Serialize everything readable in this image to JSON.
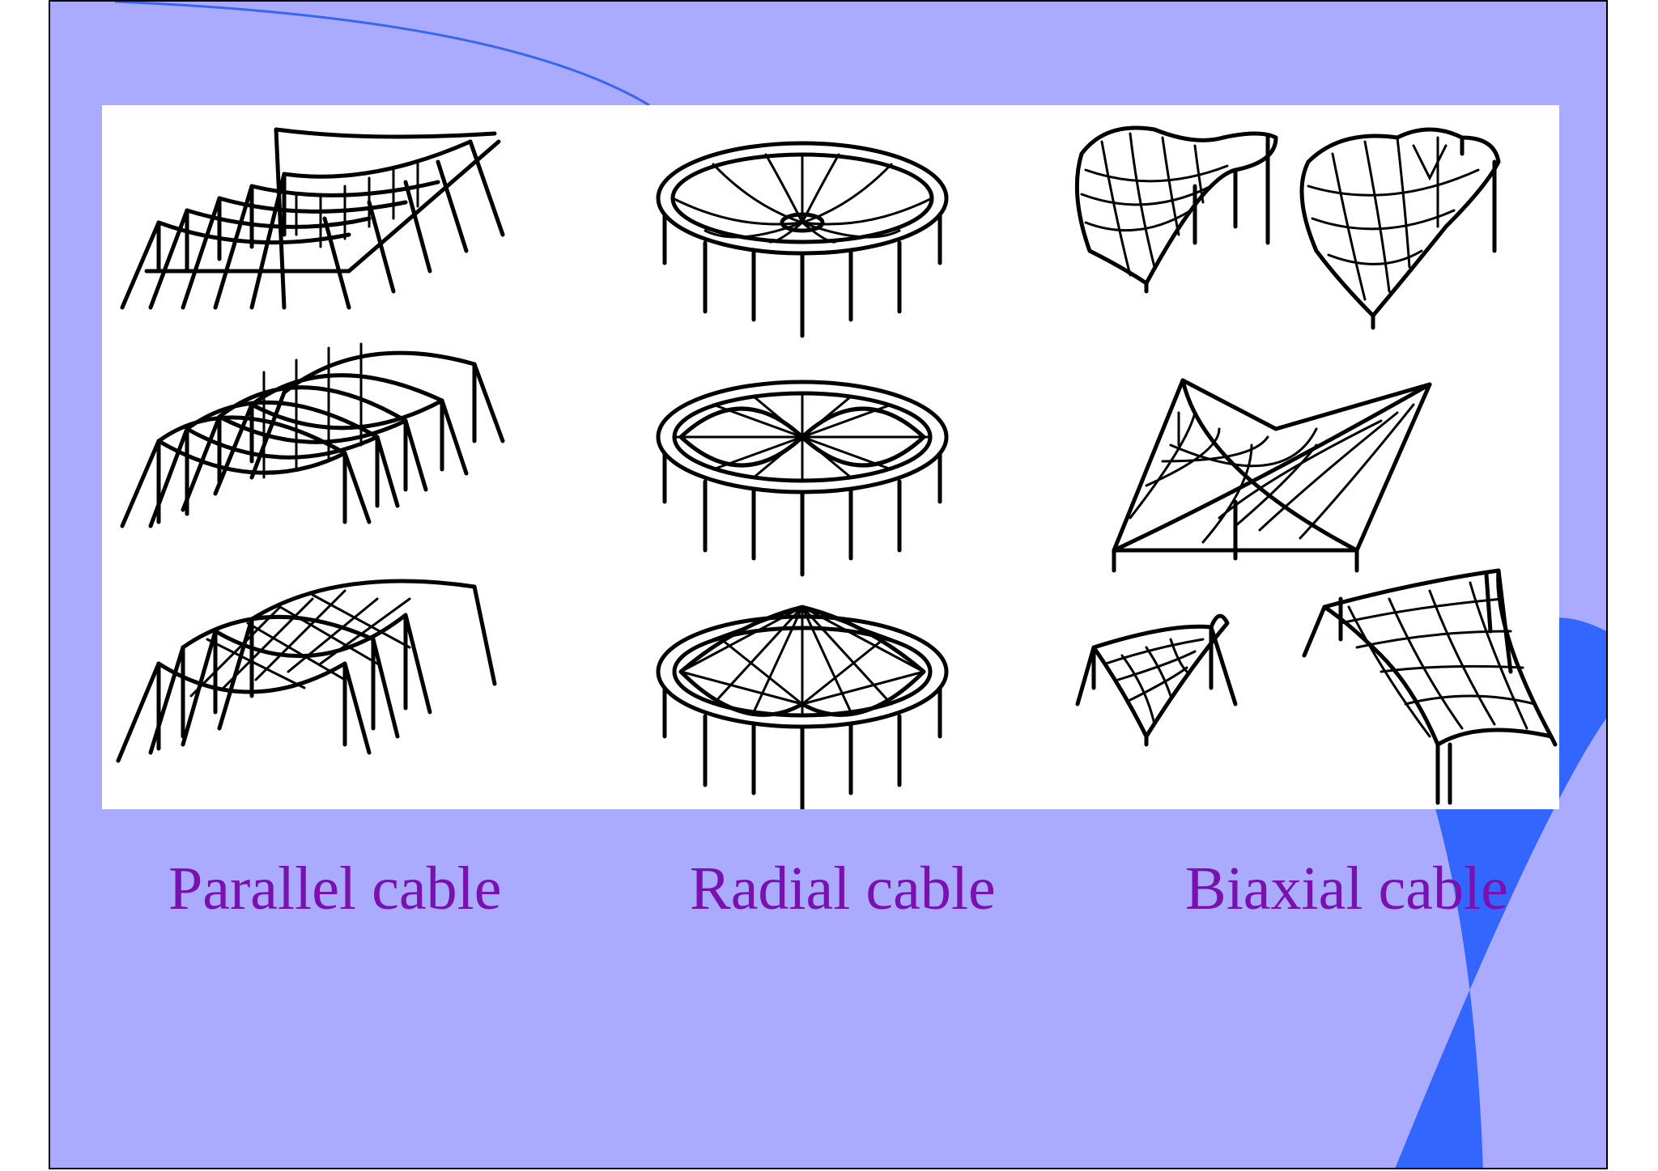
{
  "colors": {
    "slide_background": "#aaaaff",
    "accent_blue": "#3366ff",
    "caption_purple": "#7a10b0",
    "line": "#000000"
  },
  "captions": {
    "parallel": "Parallel cable",
    "radial": "Radial cable",
    "biaxial": "Biaxial cable"
  },
  "drawings": {
    "parallel": [
      "parallel-cable-roof-1",
      "parallel-cable-roof-2",
      "parallel-cable-roof-3"
    ],
    "radial": [
      "radial-cable-roof-1",
      "radial-cable-roof-2",
      "radial-cable-roof-3"
    ],
    "biaxial": [
      "biaxial-saddle-roofs-1",
      "biaxial-hypar-roof-2",
      "biaxial-membrane-roofs-3"
    ]
  }
}
